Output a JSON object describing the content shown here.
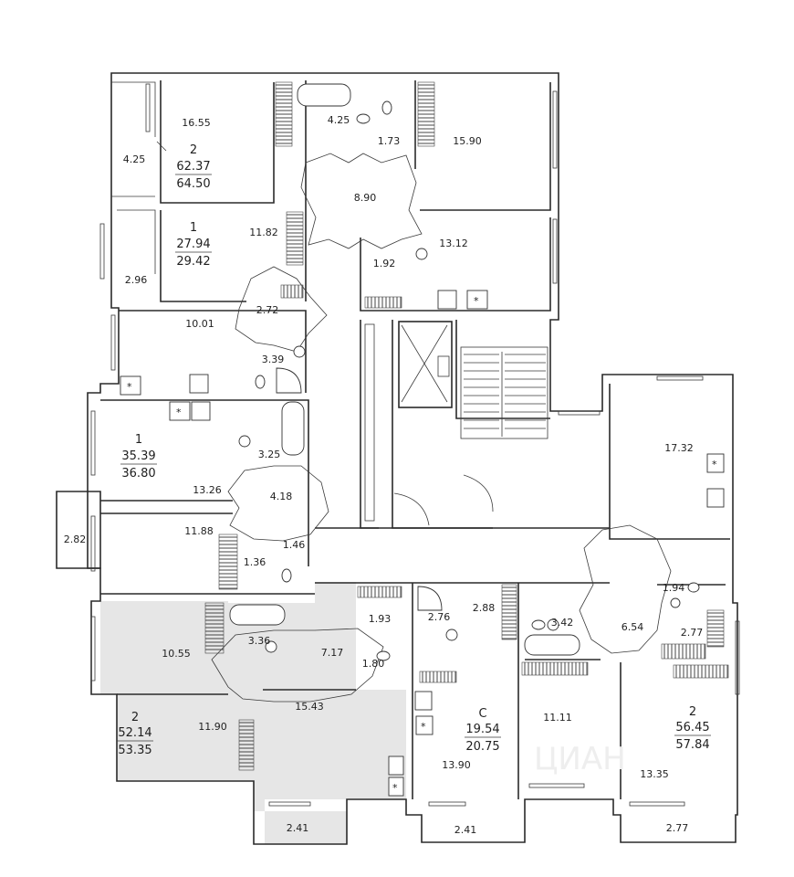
{
  "apartments": [
    {
      "id": "apt-top-left",
      "rooms": "2",
      "area_living": "62.37",
      "area_total": "64.50"
    },
    {
      "id": "apt-1-upper",
      "rooms": "1",
      "area_living": "27.94",
      "area_total": "29.42"
    },
    {
      "id": "apt-1-middle",
      "rooms": "1",
      "area_living": "35.39",
      "area_total": "36.80"
    },
    {
      "id": "apt-2-selected",
      "rooms": "2",
      "area_living": "52.14",
      "area_total": "53.35"
    },
    {
      "id": "apt-studio",
      "rooms": "С",
      "area_living": "19.54",
      "area_total": "20.75"
    },
    {
      "id": "apt-2-right",
      "rooms": "2",
      "area_living": "56.45",
      "area_total": "57.84"
    }
  ],
  "rooms": [
    "16.55",
    "4.25",
    "4.25",
    "1.73",
    "15.90",
    "8.90",
    "11.82",
    "13.12",
    "1.92",
    "2.96",
    "2.72",
    "10.01",
    "3.39",
    "3.25",
    "13.26",
    "4.18",
    "2.82",
    "11.88",
    "1.36",
    "1.46",
    "17.32",
    "1.94",
    "6.54",
    "2.77",
    "10.55",
    "3.36",
    "7.17",
    "1.93",
    "1.80",
    "2.76",
    "2.88",
    "3.42",
    "15.43",
    "11.90",
    "11.11",
    "13.90",
    "13.35",
    "2.41",
    "2.41",
    "2.77"
  ],
  "watermark": "ЦИАН"
}
